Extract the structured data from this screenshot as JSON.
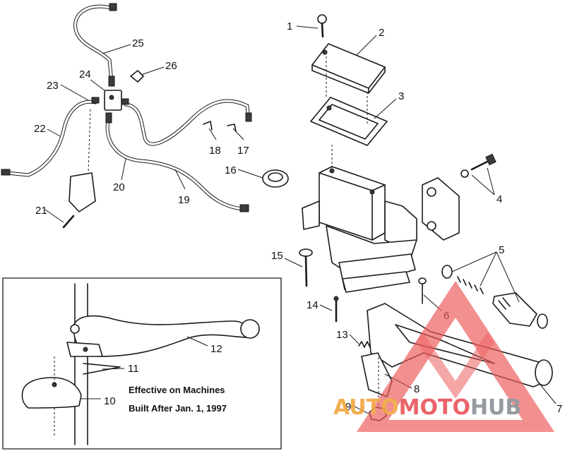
{
  "callouts": [
    {
      "id": "c1",
      "label": "1"
    },
    {
      "id": "c2",
      "label": "2"
    },
    {
      "id": "c3",
      "label": "3"
    },
    {
      "id": "c4",
      "label": "4"
    },
    {
      "id": "c5",
      "label": "5"
    },
    {
      "id": "c6",
      "label": "6"
    },
    {
      "id": "c7",
      "label": "7"
    },
    {
      "id": "c8",
      "label": "8"
    },
    {
      "id": "c9",
      "label": "9"
    },
    {
      "id": "c10",
      "label": "10"
    },
    {
      "id": "c11",
      "label": "11"
    },
    {
      "id": "c12",
      "label": "12"
    },
    {
      "id": "c13",
      "label": "13"
    },
    {
      "id": "c14",
      "label": "14"
    },
    {
      "id": "c15",
      "label": "15"
    },
    {
      "id": "c16",
      "label": "16"
    },
    {
      "id": "c17",
      "label": "17"
    },
    {
      "id": "c18",
      "label": "18"
    },
    {
      "id": "c19",
      "label": "19"
    },
    {
      "id": "c20",
      "label": "20"
    },
    {
      "id": "c21",
      "label": "21"
    },
    {
      "id": "c22",
      "label": "22"
    },
    {
      "id": "c23",
      "label": "23"
    },
    {
      "id": "c24",
      "label": "24"
    },
    {
      "id": "c25",
      "label": "25"
    },
    {
      "id": "c26",
      "label": "26"
    }
  ],
  "inset": {
    "note_line1": "Effective on Machines",
    "note_line2": "Built After Jan. 1, 1997"
  },
  "watermark": {
    "part1": "AUTO",
    "part2": "MOTO",
    "part3": "HUB",
    "colors": {
      "auto": "#f2a640",
      "moto": "#e8545a",
      "hub": "#8a8f96",
      "triangle": "#ec5a5a"
    }
  }
}
